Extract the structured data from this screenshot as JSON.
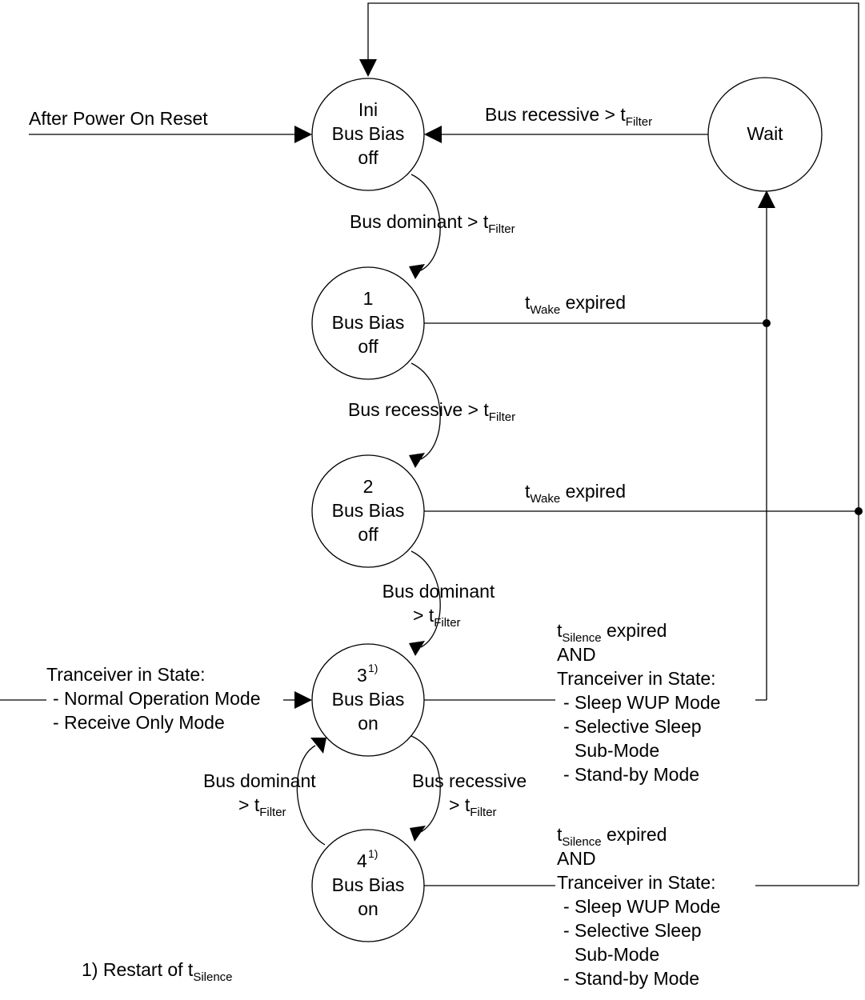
{
  "states": {
    "ini": {
      "lines": [
        "Ini",
        "Bus Bias",
        "off"
      ]
    },
    "s1": {
      "lines": [
        "1",
        "Bus Bias",
        "off"
      ]
    },
    "s2": {
      "lines": [
        "2",
        "Bus Bias",
        "off"
      ]
    },
    "s3": {
      "num": "3",
      "sup": "1)",
      "lines": [
        "Bus Bias",
        "on"
      ]
    },
    "s4": {
      "num": "4",
      "sup": "1)",
      "lines": [
        "Bus Bias",
        "on"
      ]
    },
    "wait": {
      "label": "Wait"
    }
  },
  "labels": {
    "power_on": "After Power On Reset",
    "bus_rec_filter": {
      "text": "Bus recessive > t",
      "sub": "Filter"
    },
    "bus_dom_filter": {
      "text": "Bus dominant > t",
      "sub": "Filter"
    },
    "bus_rec_filter_2": {
      "text": "Bus recessive > t",
      "sub": "Filter"
    },
    "twake_1": {
      "t": "t",
      "sub": "Wake",
      "rest": " expired"
    },
    "twake_2": {
      "t": "t",
      "sub": "Wake",
      "rest": " expired"
    },
    "bus_dom_split": {
      "line1": "Bus dominant",
      "line2": "> t",
      "sub": "Filter"
    },
    "tranceiver_in": {
      "line1": "Tranceiver in State:",
      "line2": "- Normal Operation Mode",
      "line3": "- Receive Only Mode"
    },
    "silence_3": {
      "t": "t",
      "sub": "Silence",
      "rest": " expired",
      "and": "AND",
      "state": "Tranceiver in State:",
      "m1": "- Sleep WUP Mode",
      "m2": "- Selective Sleep",
      "m3": "Sub-Mode",
      "m4": "- Stand-by Mode"
    },
    "silence_4": {
      "t": "t",
      "sub": "Silence",
      "rest": " expired",
      "and": "AND",
      "state": "Tranceiver in State:",
      "m1": "- Sleep WUP Mode",
      "m2": "- Selective Sleep",
      "m3": "Sub-Mode",
      "m4": "- Stand-by Mode"
    },
    "bus_dom_34": {
      "line1": "Bus dominant",
      "line2": "> t",
      "sub": "Filter"
    },
    "bus_rec_34": {
      "line1": "Bus recessive",
      "line2": "> t",
      "sub": "Filter"
    },
    "footnote": {
      "text": "1) Restart of t",
      "sub": "Silence"
    }
  }
}
